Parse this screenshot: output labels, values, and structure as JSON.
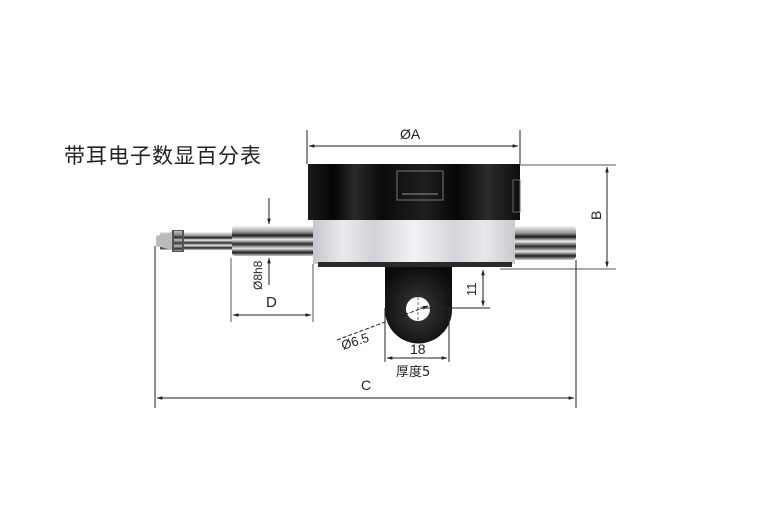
{
  "title": "带耳电子数显百分表",
  "dimensions": {
    "diameter_a": "ØA",
    "height_b": "B",
    "total_length_c": "C",
    "stem_length_d": "D",
    "stem_diameter": "Ø8h8",
    "lug_offset": "11",
    "lug_hole_diameter": "Ø6.5",
    "lug_width": "18",
    "lug_thickness": "厚度5"
  },
  "colors": {
    "body_black": "#0e0e0e",
    "bezel_silver": "#d8dbe0",
    "dimension_line": "#222222"
  }
}
